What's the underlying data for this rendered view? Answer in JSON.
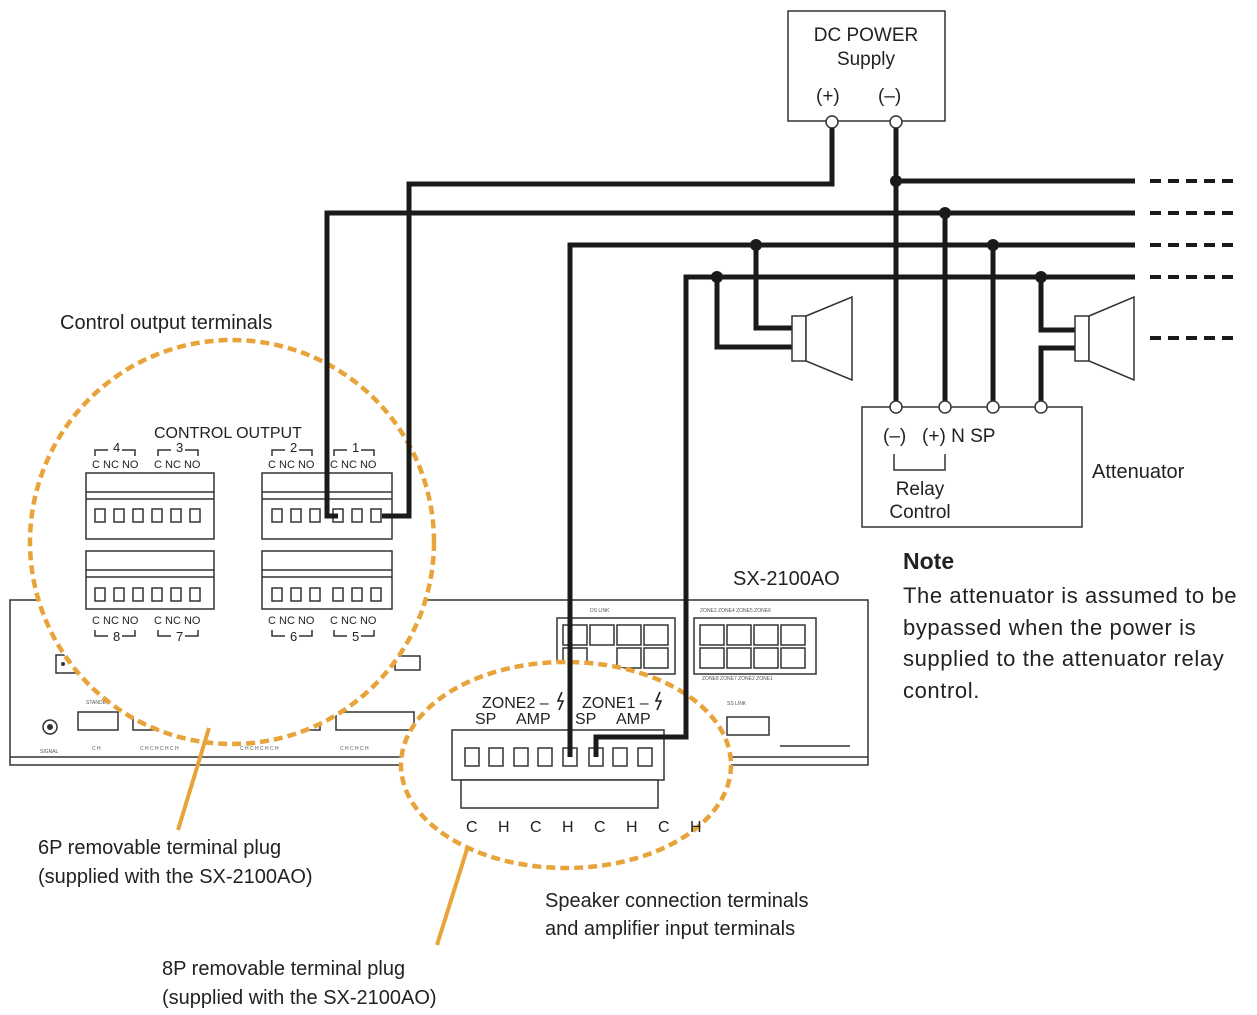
{
  "power_supply": {
    "title_line1": "DC POWER",
    "title_line2": "Supply",
    "plus": "(+)",
    "minus": "(–)"
  },
  "attenuator": {
    "label": "Attenuator",
    "terminals": "(–)   (+) N SP",
    "relay_line1": "Relay",
    "relay_line2": "Control"
  },
  "device": {
    "model": "SX-2100AO"
  },
  "control_output": {
    "callout": "Control output terminals",
    "panel_title": "CONTROL OUTPUT",
    "top_numbers": [
      "4",
      "3",
      "2",
      "1"
    ],
    "bottom_numbers": [
      "8",
      "7",
      "6",
      "5"
    ],
    "pin_labels": "C NC NO"
  },
  "speaker_terminals": {
    "zone2": "ZONE2 –",
    "zone1": "ZONE1 –",
    "sp": "SP",
    "amp": "AMP",
    "pins": "C H C H C H C H",
    "callout_line1": "Speaker connection terminals",
    "callout_line2": "and amplifier input terminals"
  },
  "plugs": {
    "p6_line1": "6P removable terminal plug",
    "p6_line2": "(supplied with the SX-2100AO)",
    "p8_line1": "8P removable terminal plug",
    "p8_line2": "(supplied with the SX-2100AO)"
  },
  "note": {
    "heading": "Note",
    "body": "The attenuator is assumed to be bypassed when the power is supplied to the attenuator relay control."
  },
  "colors": {
    "wire": "#1a1a1a",
    "callout_circle": "#e8a33a"
  }
}
